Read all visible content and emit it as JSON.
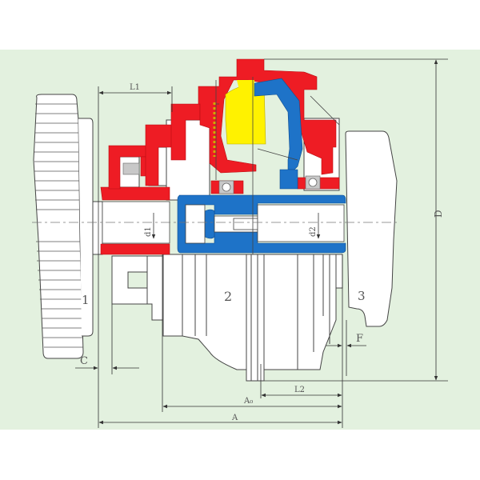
{
  "diagram": {
    "type": "engineering cross-section drawing",
    "colors": {
      "background": "#e3f1df",
      "housing": "#ee1c24",
      "runner": "#1e73c8",
      "fluid": "#fff200",
      "part_fill": "#ffffff",
      "line": "#444444"
    },
    "components": [
      {
        "id": "1",
        "label": "1"
      },
      {
        "id": "2",
        "label": "2"
      },
      {
        "id": "3",
        "label": "3"
      }
    ],
    "dimensions": {
      "L1": "L1",
      "L2": "L2",
      "d1": "d1",
      "d2": "d2",
      "D": "D",
      "C": "C",
      "F": "F",
      "A0": "A₀",
      "A": "A"
    }
  }
}
